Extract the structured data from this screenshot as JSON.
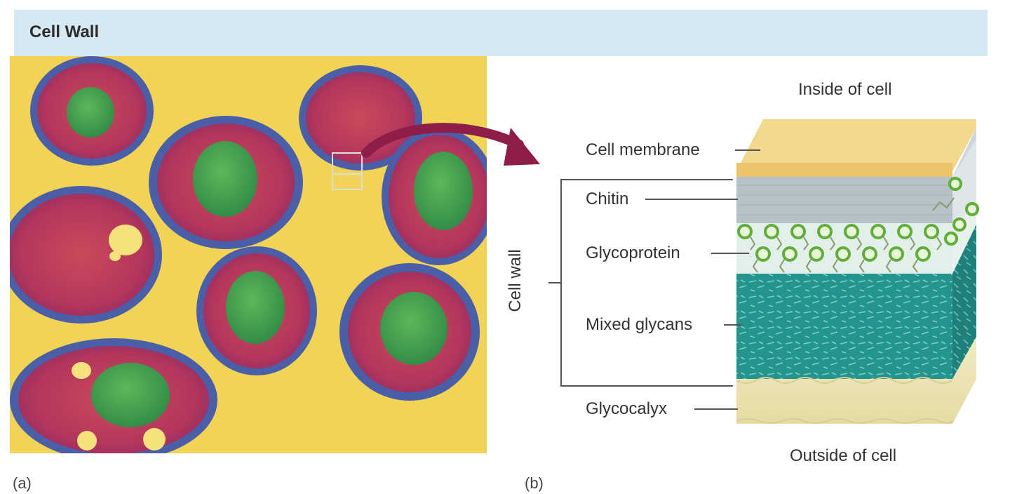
{
  "header": {
    "title": "Cell Wall"
  },
  "panels": {
    "a_label": "(a)",
    "b_label": "(b)"
  },
  "diagram": {
    "inside_label": "Inside of cell",
    "outside_label": "Outside of cell",
    "cell_wall_label": "Cell wall",
    "layers": {
      "cell_membrane": "Cell membrane",
      "chitin": "Chitin",
      "glycoprotein": "Glycoprotein",
      "mixed_glycans": "Mixed glycans",
      "glycocalyx": "Glycocalyx"
    }
  },
  "colors": {
    "header_bg": "#d6e8f2",
    "micrograph_bg": "#f0d24a",
    "cell_wall_blue": "#4b5ea8",
    "cytoplasm": "#b8365a",
    "nucleus": "#3f9a4a",
    "arrow": "#8e1d4a",
    "membrane": "#f2d58c",
    "chitin": "#b6c2c8",
    "glycoprotein": "#5fae3a",
    "mixed_glycans": "#23948e",
    "glycocalyx": "#ece3b0"
  }
}
